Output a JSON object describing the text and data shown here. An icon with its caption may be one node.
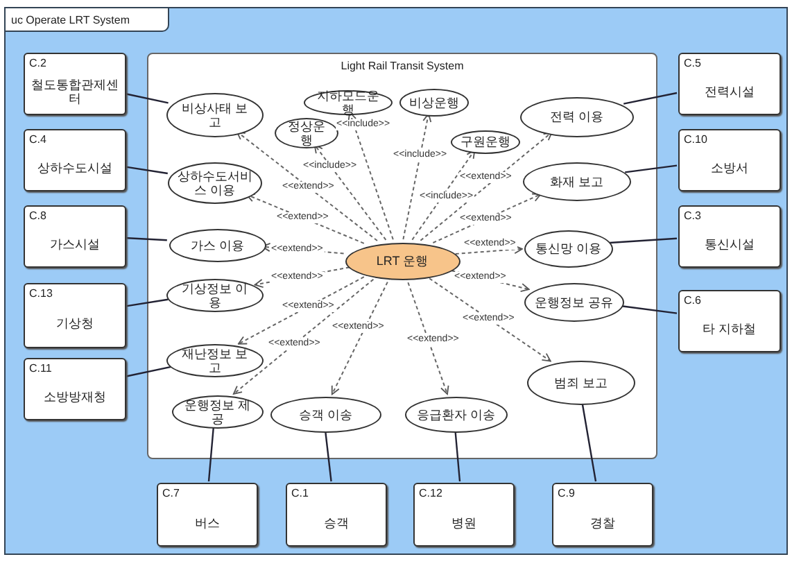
{
  "diagram": {
    "nodes": [
      {
        "text": [
          "uc Operate LRT System"
        ]
      },
      {
        "text": [
          "Light Rail Transit System"
        ],
        "in": 0
      },
      {
        "text": [
          "비상사태 보고"
        ],
        "in": 1
      },
      {
        "text": [
          "지하모드운행"
        ],
        "in": 1
      },
      {
        "text": [
          "정상운행"
        ],
        "in": 1
      },
      {
        "text": [
          "비상운행"
        ],
        "in": 1
      },
      {
        "text": [
          "전력 이용"
        ],
        "in": 1
      },
      {
        "text": [
          "구원운행"
        ],
        "in": 1
      },
      {
        "text": [
          "상하수도서비스 이용"
        ],
        "in": 1
      },
      {
        "text": [
          "화재 보고"
        ],
        "in": 1
      },
      {
        "text": [
          "가스 이용"
        ],
        "in": 1
      },
      {
        "text": [
          "LRT 운행"
        ],
        "in": 1
      },
      {
        "text": [
          "통신망 이용"
        ],
        "in": 1
      },
      {
        "text": [
          "기상정보 이용"
        ],
        "in": 1
      },
      {
        "text": [
          "운행정보 공유"
        ],
        "in": 1
      },
      {
        "text": [
          "재난정보 보고"
        ],
        "in": 1
      },
      {
        "text": [
          "범죄 보고"
        ],
        "in": 1
      },
      {
        "text": [
          "운행정보 제공"
        ],
        "in": 1
      },
      {
        "text": [
          "승객 이송"
        ],
        "in": 1
      },
      {
        "text": [
          "응급환자 이송"
        ],
        "in": 1
      },
      {
        "text": [
          "C.2",
          "철도통합관제센터"
        ],
        "in": 0
      },
      {
        "text": [
          "C.4",
          "상하수도시설"
        ],
        "in": 0
      },
      {
        "text": [
          "C.8",
          "가스시설"
        ],
        "in": 0
      },
      {
        "text": [
          "C.13",
          "기상청"
        ],
        "in": 0
      },
      {
        "text": [
          "C.11",
          "소방방재청"
        ],
        "in": 0
      },
      {
        "text": [
          "C.5",
          "전력시설"
        ],
        "in": 0
      },
      {
        "text": [
          "C.10",
          "소방서"
        ],
        "in": 0
      },
      {
        "text": [
          "C.3",
          "통신시설"
        ],
        "in": 0
      },
      {
        "text": [
          "C.6",
          "타 지하철"
        ],
        "in": 0
      },
      {
        "text": [
          "C.7",
          "버스"
        ],
        "in": 0
      },
      {
        "text": [
          "C.1",
          "승객"
        ],
        "in": 0
      },
      {
        "text": [
          "C.12",
          "병원"
        ],
        "in": 0
      },
      {
        "text": [
          "C.9",
          "경찰"
        ],
        "in": 0
      }
    ],
    "edges": [
      {
        "from": 11,
        "to": 2,
        "arrow": "to",
        "style": "dashed",
        "label": "<<extend>>"
      },
      {
        "from": 11,
        "to": 3,
        "arrow": "to",
        "style": "dashed",
        "label": "<<include>>"
      },
      {
        "from": 11,
        "to": 4,
        "arrow": "to",
        "style": "dashed",
        "label": "<<include>>"
      },
      {
        "from": 11,
        "to": 5,
        "arrow": "to",
        "style": "dashed",
        "label": "<<include>>"
      },
      {
        "from": 11,
        "to": 7,
        "arrow": "to",
        "style": "dashed",
        "label": "<<include>>"
      },
      {
        "from": 11,
        "to": 6,
        "arrow": "to",
        "style": "dashed",
        "label": "<<extend>>"
      },
      {
        "from": 11,
        "to": 9,
        "arrow": "to",
        "style": "dashed",
        "label": "<<extend>>"
      },
      {
        "from": 11,
        "to": 12,
        "arrow": "to",
        "style": "dashed",
        "label": "<<extend>>"
      },
      {
        "from": 11,
        "to": 14,
        "arrow": "to",
        "style": "dashed",
        "label": "<<extend>>"
      },
      {
        "from": 11,
        "to": 16,
        "arrow": "to",
        "style": "dashed",
        "label": "<<extend>>"
      },
      {
        "from": 11,
        "to": 19,
        "arrow": "to",
        "style": "dashed",
        "label": "<<extend>>"
      },
      {
        "from": 11,
        "to": 18,
        "arrow": "to",
        "style": "dashed",
        "label": "<<extend>>"
      },
      {
        "from": 11,
        "to": 17,
        "arrow": "to",
        "style": "dashed",
        "label": "<<extend>>"
      },
      {
        "from": 11,
        "to": 15,
        "arrow": "to",
        "style": "dashed",
        "label": "<<extend>>"
      },
      {
        "from": 11,
        "to": 13,
        "arrow": "to",
        "style": "dashed",
        "label": "<<extend>>"
      },
      {
        "from": 11,
        "to": 10,
        "arrow": "to",
        "style": "dashed",
        "label": "<<extend>>"
      },
      {
        "from": 11,
        "to": 8,
        "arrow": "to",
        "style": "dashed",
        "label": "<<extend>>"
      },
      {
        "from": 20,
        "to": 2,
        "arrow": "none"
      },
      {
        "from": 21,
        "to": 8,
        "arrow": "none"
      },
      {
        "from": 22,
        "to": 10,
        "arrow": "none"
      },
      {
        "from": 23,
        "to": 13,
        "arrow": "none"
      },
      {
        "from": 24,
        "to": 15,
        "arrow": "none"
      },
      {
        "from": 25,
        "to": 6,
        "arrow": "none"
      },
      {
        "from": 26,
        "to": 9,
        "arrow": "none"
      },
      {
        "from": 27,
        "to": 12,
        "arrow": "none"
      },
      {
        "from": 28,
        "to": 14,
        "arrow": "none"
      },
      {
        "from": 29,
        "to": 17,
        "arrow": "none"
      },
      {
        "from": 30,
        "to": 18,
        "arrow": "none"
      },
      {
        "from": 31,
        "to": 19,
        "arrow": "none"
      },
      {
        "from": 32,
        "to": 16,
        "arrow": "none"
      }
    ]
  }
}
